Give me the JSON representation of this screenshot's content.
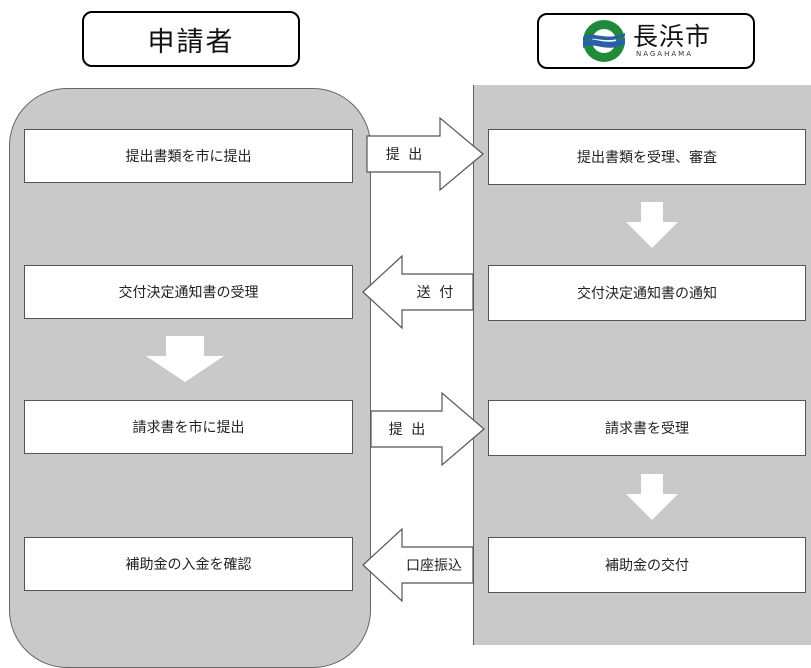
{
  "headers": {
    "applicant": "申請者",
    "city_name": "長浜市",
    "city_romaji": "NAGAHAMA",
    "logo_icon": "nagahama-city-emblem",
    "logo_colors": [
      "#1e8a3a",
      "#2a5ea8"
    ]
  },
  "applicant_steps": [
    "提出書類を市に提出",
    "交付決定通知書の受理",
    "請求書を市に提出",
    "補助金の入金を確認"
  ],
  "city_steps": [
    "提出書類を受理、審査",
    "交付決定通知書の通知",
    "請求書を受理",
    "補助金の交付"
  ],
  "transfers": [
    {
      "label": "提 出",
      "direction": "right"
    },
    {
      "label": "送 付",
      "direction": "left"
    },
    {
      "label": "提 出",
      "direction": "right"
    },
    {
      "label": "口座振込",
      "direction": "left"
    }
  ],
  "colors": {
    "lane_fill": "#c9c9c9",
    "box_fill": "#ffffff",
    "arrow_fill": "#ffffff"
  }
}
